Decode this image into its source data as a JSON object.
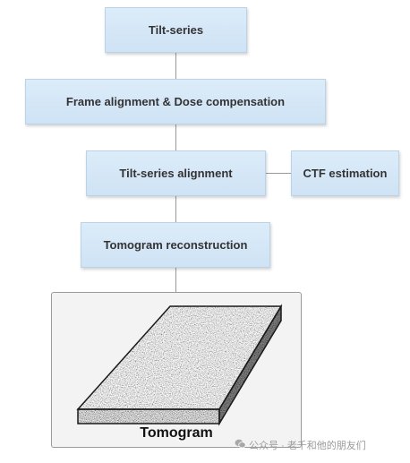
{
  "steps": {
    "tilt_series": "Tilt-series",
    "frame_alignment": "Frame alignment & Dose compensation",
    "tilt_series_alignment": "Tilt-series alignment",
    "ctf_estimation": "CTF estimation",
    "tomogram_reconstruction": "Tomogram reconstruction"
  },
  "output": {
    "label": "Tomogram"
  },
  "watermark": {
    "icon": "wechat-icon",
    "text": "公众号 · 老千和他的朋友们"
  },
  "colors": {
    "box_fill": "#d6e8f7",
    "box_border": "#b9d3ea",
    "connector": "#999999",
    "panel_fill": "#f3f3f3"
  }
}
